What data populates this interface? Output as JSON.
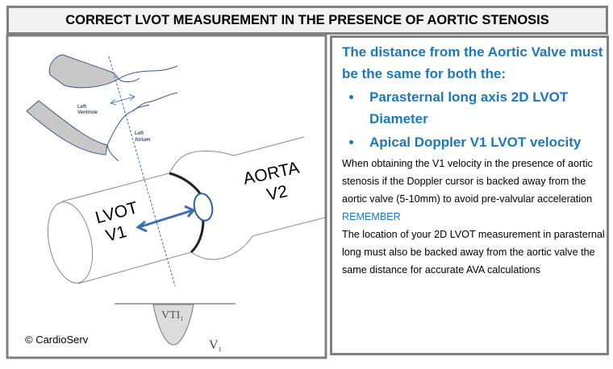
{
  "header": {
    "title": "CORRECT LVOT MEASUREMENT IN THE PRESENCE OF AORTIC STENOSIS"
  },
  "diagram": {
    "left_ventricle": "Left Ventricle",
    "left_ventricle_l1": "Left",
    "left_ventricle_l2": "Ventricle",
    "left_atrium_l1": "Left",
    "left_atrium_l2": "Atrium",
    "lvot": "LVOT",
    "v1": "V1",
    "aorta": "AORTA",
    "v2": "V2",
    "vti": "VTI",
    "vti_sub": "1",
    "v_sub_label": "V",
    "v_sub": "1",
    "copyright": "© CardioServ",
    "colors": {
      "accent": "#3a6fb5",
      "shape_fill": "#c8c8c8"
    }
  },
  "panel": {
    "title": "The distance from the Aortic Valve must be the same for both the:",
    "bullets": [
      "Parasternal long axis 2D LVOT Diameter",
      "Apical Doppler V1 LVOT velocity"
    ],
    "paragraph1": "When obtaining the V1 velocity in the presence of aortic stenosis if the Doppler cursor is backed away from the aortic valve (5-10mm) to avoid pre-valvular acceleration",
    "remember": "REMEMBER",
    "paragraph2": "The location of your 2D LVOT measurement in parasternal long must also be backed away from the aortic valve the same distance for accurate AVA calculations",
    "colors": {
      "accent": "#1a78c2"
    }
  }
}
